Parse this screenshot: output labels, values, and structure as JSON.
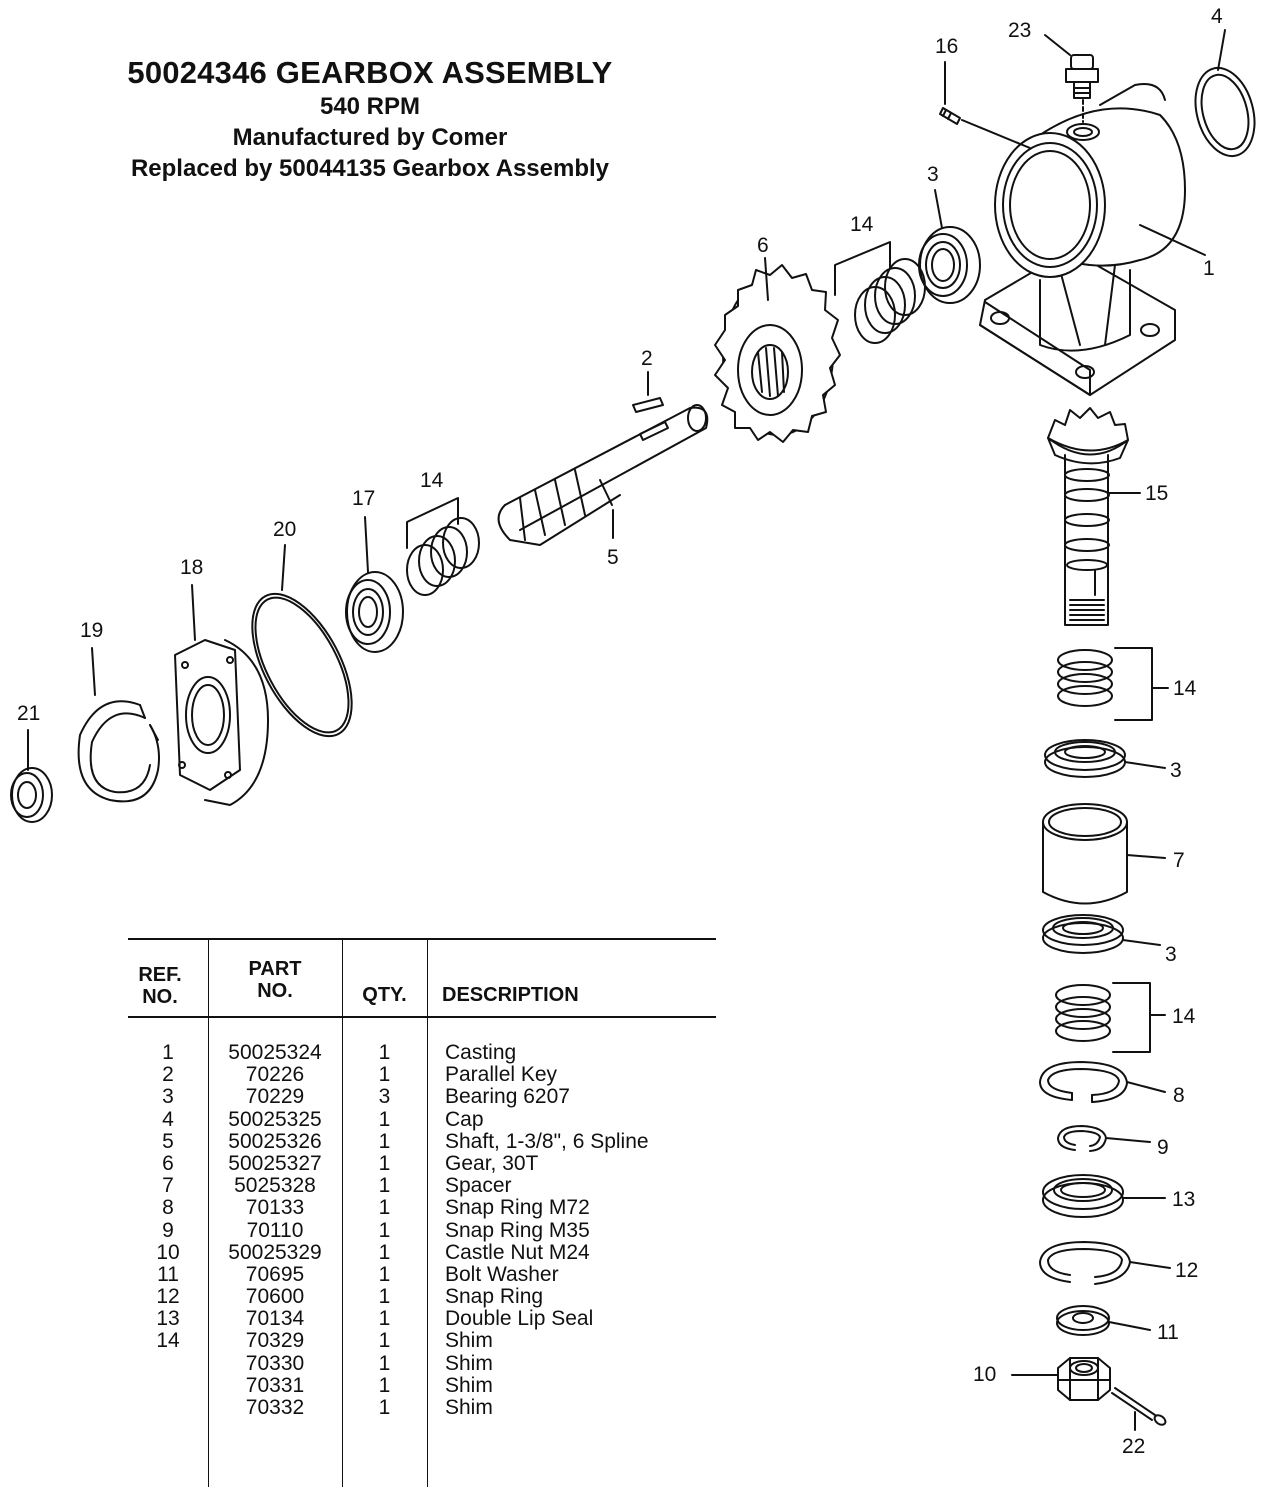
{
  "title": {
    "main": "50024346 GEARBOX ASSEMBLY",
    "line2": "540 RPM",
    "line3": "Manufactured by Comer",
    "line4": "Replaced by 50044135 Gearbox Assembly"
  },
  "callouts": {
    "c1": "1",
    "c2": "2",
    "c3a": "3",
    "c3b": "3",
    "c3c": "3",
    "c4": "4",
    "c5": "5",
    "c6": "6",
    "c7": "7",
    "c8": "8",
    "c9": "9",
    "c10": "10",
    "c11": "11",
    "c12": "12",
    "c13": "13",
    "c14a": "14",
    "c14b": "14",
    "c14c": "14",
    "c14d": "14",
    "c15": "15",
    "c16": "16",
    "c17": "17",
    "c18": "18",
    "c19": "19",
    "c20": "20",
    "c21": "21",
    "c22": "22",
    "c23": "23"
  },
  "table": {
    "headers": {
      "ref_1": "REF.",
      "ref_2": "NO.",
      "part_1": "PART",
      "part_2": "NO.",
      "qty": "QTY.",
      "desc": "DESCRIPTION"
    },
    "rows": [
      {
        "ref": "1",
        "part": "50025324",
        "qty": "1",
        "desc": "Casting"
      },
      {
        "ref": "2",
        "part": "70226",
        "qty": "1",
        "desc": "Parallel Key"
      },
      {
        "ref": "3",
        "part": "70229",
        "qty": "3",
        "desc": "Bearing 6207"
      },
      {
        "ref": "4",
        "part": "50025325",
        "qty": "1",
        "desc": "Cap"
      },
      {
        "ref": "5",
        "part": "50025326",
        "qty": "1",
        "desc": "Shaft, 1-3/8\", 6 Spline"
      },
      {
        "ref": "6",
        "part": "50025327",
        "qty": "1",
        "desc": "Gear, 30T"
      },
      {
        "ref": "7",
        "part": "5025328",
        "qty": "1",
        "desc": "Spacer"
      },
      {
        "ref": "8",
        "part": "70133",
        "qty": "1",
        "desc": "Snap Ring M72"
      },
      {
        "ref": "9",
        "part": "70110",
        "qty": "1",
        "desc": "Snap Ring M35"
      },
      {
        "ref": "10",
        "part": "50025329",
        "qty": "1",
        "desc": "Castle Nut M24"
      },
      {
        "ref": "11",
        "part": "70695",
        "qty": "1",
        "desc": "Bolt Washer"
      },
      {
        "ref": "12",
        "part": "70600",
        "qty": "1",
        "desc": "Snap Ring"
      },
      {
        "ref": "13",
        "part": "70134",
        "qty": "1",
        "desc": "Double Lip Seal"
      },
      {
        "ref": "14",
        "part": "70329",
        "qty": "1",
        "desc": "Shim"
      },
      {
        "ref": "",
        "part": "70330",
        "qty": "1",
        "desc": "Shim"
      },
      {
        "ref": "",
        "part": "70331",
        "qty": "1",
        "desc": "Shim"
      },
      {
        "ref": "",
        "part": "70332",
        "qty": "1",
        "desc": "Shim"
      }
    ]
  }
}
